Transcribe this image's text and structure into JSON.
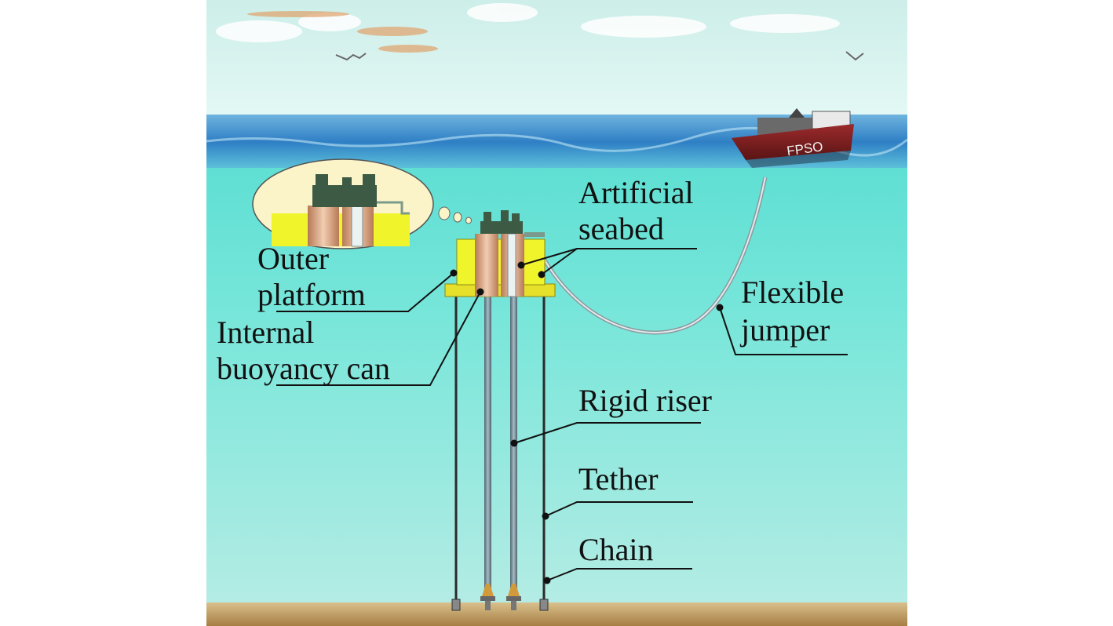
{
  "vessel": {
    "name": "FPSO"
  },
  "labels": {
    "outer_platform": [
      "Outer",
      "platform"
    ],
    "internal_buoyancy_can": [
      "Internal",
      "buoyancy can"
    ],
    "artificial_seabed": [
      "Artificial",
      "seabed"
    ],
    "flexible_jumper": [
      "Flexible",
      "jumper"
    ],
    "rigid_riser": "Rigid riser",
    "tether": "Tether",
    "chain": "Chain"
  },
  "colors": {
    "sky": "#def6f2",
    "sea_surface": "#3c8fce",
    "water": "#6ee5d8",
    "deep_water": "#a6e9e0",
    "seabed": "#b9945a",
    "platform": "#f0f42a",
    "buoyancy_can": "#d9a483",
    "hull": "#7a1f20"
  }
}
